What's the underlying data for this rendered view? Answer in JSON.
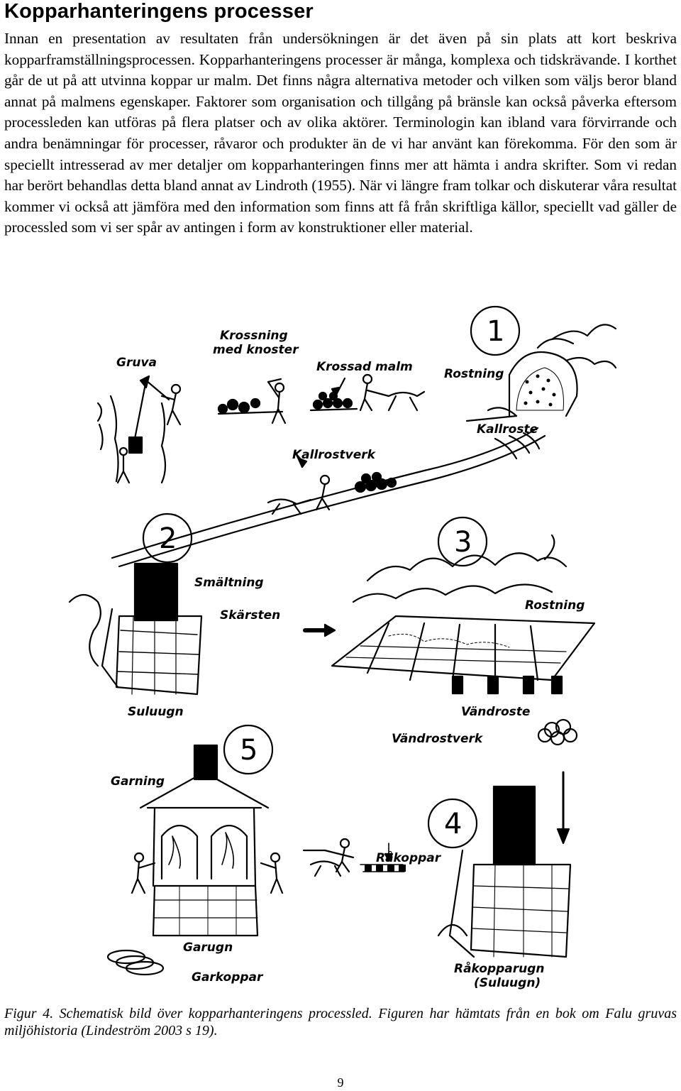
{
  "heading": "Kopparhanteringens processer",
  "paragraph": "Innan en presentation av resultaten från undersökningen är det även på sin plats att kort beskriva kopparframställningsprocessen. Kopparhanteringens processer är många, komplexa och tidskrävande. I korthet går de ut på att utvinna koppar ur malm. Det finns några alternativa metoder och vilken som väljs beror bland annat på malmens egenskaper. Faktorer som organisation och tillgång på bränsle kan också påverka eftersom processleden kan utföras på flera platser och av olika aktörer. Terminologin kan ibland vara förvirrande och andra benämningar för processer, råvaror och produkter än de vi har använt kan förekomma. För den som är speciellt intresserad av mer detaljer om kopparhanteringen finns mer att hämta i andra skrifter. Som vi redan har berört behandlas detta bland annat av Lindroth (1955). När vi längre fram tolkar och diskuterar våra resultat kommer vi också att jämföra med den information som finns att få från skriftliga källor, speciellt vad gäller de processled som vi ser spår av antingen i form av konstruktioner eller material.",
  "figure": {
    "labels": {
      "gruva": "Gruva",
      "krossning_1": "Krossning",
      "krossning_2": "med knoster",
      "krossad_malm": "Krossad malm",
      "rostning_1": "Rostning",
      "kallroste": "Kallroste",
      "kallrostverk": "Kallrostverk",
      "smaltning": "Smältning",
      "skarsten": "Skärsten",
      "suluugn": "Suluugn",
      "rostning_3": "Rostning",
      "vandroste": "Vändroste",
      "vandrostverk": "Vändrostverk",
      "garning": "Garning",
      "garugn": "Garugn",
      "garkoppar": "Garkoppar",
      "rakoppar": "Råkoppar",
      "rakopparugn_1": "Råkopparugn",
      "rakopparugn_2": "(Suluugn)"
    },
    "numbers": [
      "1",
      "2",
      "3",
      "4",
      "5"
    ]
  },
  "caption": "Figur 4. Schematisk bild över kopparhanteringens processled. Figuren har hämtats från en bok om Falu gruvas miljöhistoria (Lindeström 2003 s 19).",
  "page_number": "9"
}
